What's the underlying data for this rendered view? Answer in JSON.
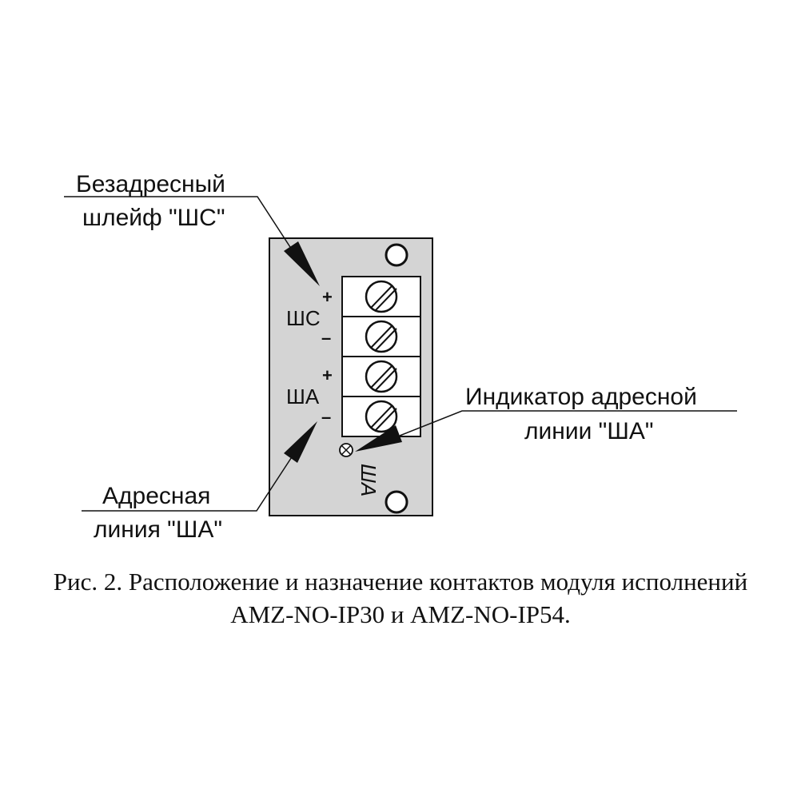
{
  "labels": {
    "shs_title_line1": "Безадресный",
    "shs_title_line2": "шлейф \"ШС\"",
    "sha_title_line1": "Адресная",
    "sha_title_line2": "линия \"ША\"",
    "indicator_line1": "Индикатор адресной",
    "indicator_line2": "линии \"ША\""
  },
  "pins": {
    "shs": "ШС",
    "sha": "ША",
    "plus": "+",
    "minus": "–",
    "led": "ША"
  },
  "caption": {
    "line1": "Рис. 2. Расположение и назначение контактов модуля исполнений",
    "line2": "AMZ-NO-IP30 и AMZ-NO-IP54."
  },
  "colors": {
    "board": "#d4d4d4",
    "ink": "#111111"
  }
}
